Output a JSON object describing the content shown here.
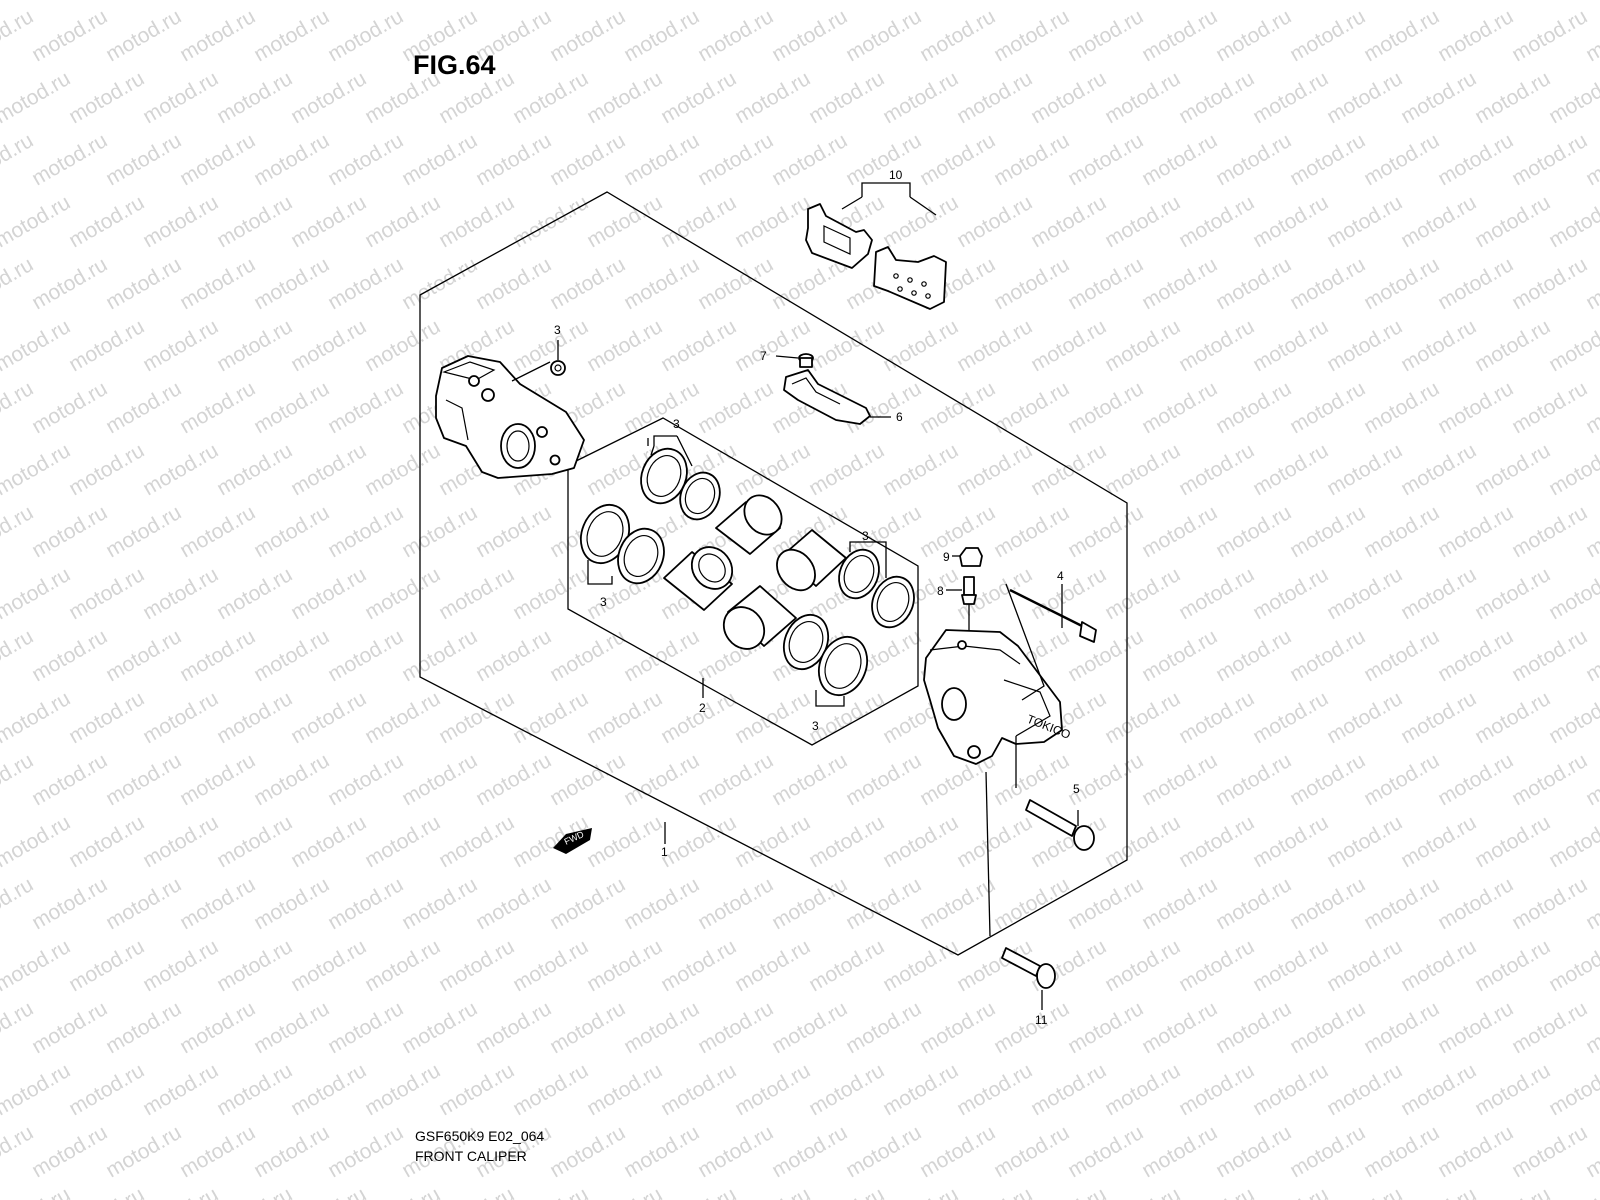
{
  "figure": {
    "title": "FIG.64",
    "model_code": "GSF650K9 E02_064",
    "description": "FRONT CALIPER"
  },
  "watermark": {
    "text": "motod.ru",
    "color": "#d4d4d4"
  },
  "fwd_arrow": {
    "label": "FWD"
  },
  "embossed_text": "TOKICO",
  "callouts": {
    "c1": "1",
    "c2": "2",
    "c3a": "3",
    "c3b": "3",
    "c3c": "3",
    "c3d": "3",
    "c3e": "3",
    "c4": "4",
    "c5": "5",
    "c6": "6",
    "c7": "7",
    "c8": "8",
    "c9": "9",
    "c10": "10",
    "c11": "11"
  }
}
